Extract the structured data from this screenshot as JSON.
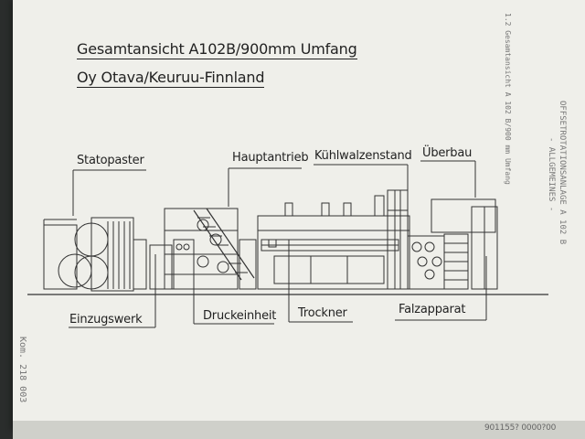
{
  "document": {
    "title_line1": "Gesamtansicht A102B/900mm Umfang",
    "title_line2": "Oy Otava/Keuruu-Finnland",
    "side_label_1": "1.2 Gesamtansicht A 102 B/900 mm Umfang",
    "side_label_2": "OFFSETROTATIONSANLAGE A 102 B",
    "side_label_3": "- ALLGEMEINES -",
    "rotated_code": "Kom. 218 003",
    "bottom_code": "901155? 0000?00"
  },
  "labels": {
    "statopaster": "Statopaster",
    "hauptantrieb": "Hauptantrieb",
    "kuehlwalzenstand": "Kühlwalzenstand",
    "ueberbau": "Überbau",
    "einzugswerk": "Einzugswerk",
    "druckeinheit": "Druckeinheit",
    "trockner": "Trockner",
    "falzapparat": "Falzapparat"
  }
}
